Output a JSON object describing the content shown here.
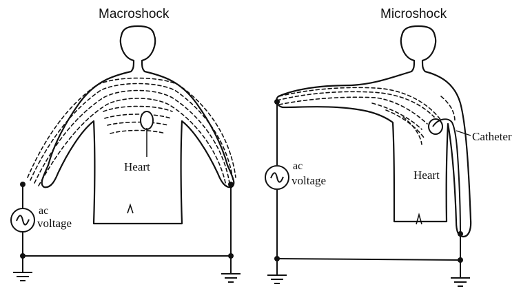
{
  "panels": [
    {
      "title": "Macroshock",
      "source_label_line1": "ac",
      "source_label_line2": "voltage",
      "organ_label": "Heart"
    },
    {
      "title": "Microshock",
      "source_label_line1": "ac",
      "source_label_line2": "voltage",
      "organ_label": "Heart",
      "device_label": "Catheter"
    }
  ],
  "symbols": {
    "ac_source": "sine-source-icon",
    "ground": "ground-icon"
  }
}
